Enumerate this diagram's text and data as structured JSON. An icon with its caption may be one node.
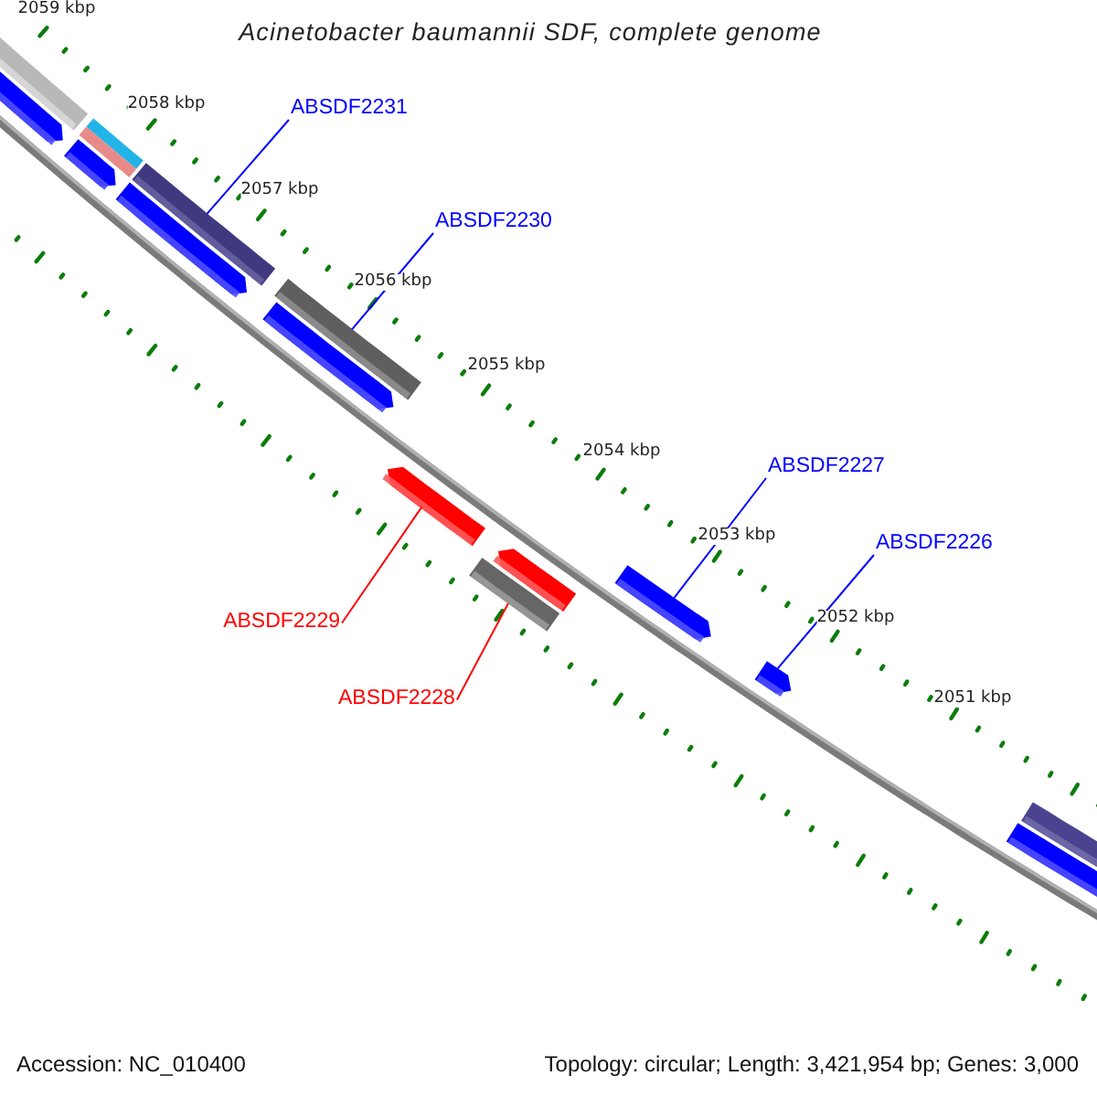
{
  "diagram": {
    "title": "Acinetobacter baumannii SDF, complete genome",
    "nodes": [
      {
        "text": [
          "ABSDF2231"
        ]
      },
      {
        "text": [
          "ABSDF2230"
        ]
      },
      {
        "text": [
          "ABSDF2227"
        ]
      },
      {
        "text": [
          "ABSDF2226"
        ]
      },
      {
        "text": [
          "ABSDF2229"
        ]
      },
      {
        "text": [
          "ABSDF2228"
        ]
      },
      {
        "text": [],
        "shape": "bar"
      },
      {
        "text": [],
        "shape": "bar"
      },
      {
        "text": [],
        "shape": "bar"
      },
      {
        "text": [],
        "shape": "bar"
      },
      {
        "text": [],
        "shape": "bar"
      },
      {
        "text": [],
        "shape": "bar"
      }
    ],
    "edges": [
      {
        "from": 0,
        "to": 6,
        "arrow": "none"
      },
      {
        "from": 1,
        "to": 7,
        "arrow": "none"
      },
      {
        "from": 2,
        "to": 10,
        "arrow": "none"
      },
      {
        "from": 3,
        "to": 11,
        "arrow": "none"
      },
      {
        "from": 4,
        "to": 8,
        "arrow": "none",
        "color": "#ff0000"
      },
      {
        "from": 5,
        "to": 9,
        "arrow": "none",
        "color": "#ff0000"
      }
    ],
    "labels": [
      "2059 kbp",
      "2058 kbp",
      "2057 kbp",
      "2056 kbp",
      "2055 kbp",
      "2054 kbp",
      "2053 kbp",
      "2052 kbp",
      "2051 kbp",
      "Accession: NC_010400",
      "Topology: circular; Length: 3,421,954 bp; Genes: 3,000"
    ]
  }
}
